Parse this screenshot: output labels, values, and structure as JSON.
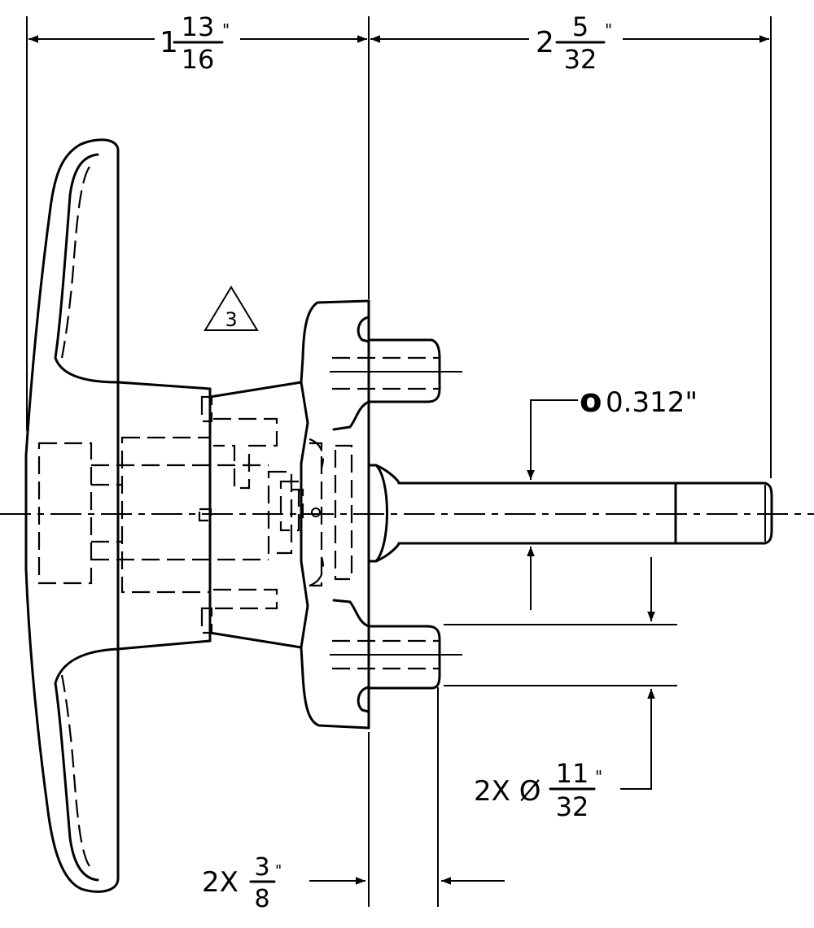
{
  "dimensions": {
    "overall_left": {
      "whole": "1",
      "num": "13",
      "den": "16",
      "unit": "\""
    },
    "overall_right": {
      "whole": "2",
      "num": "5",
      "den": "32",
      "unit": "\""
    },
    "shaft_diameter": {
      "symbol": "o",
      "value": "0.312\""
    },
    "hole_diameter": {
      "prefix": "2X Ø",
      "num": "11",
      "den": "32",
      "unit": "\""
    },
    "ear_width": {
      "prefix": "2X",
      "num": "3",
      "den": "8",
      "unit": "\""
    }
  },
  "note_flag": {
    "label": "3"
  }
}
